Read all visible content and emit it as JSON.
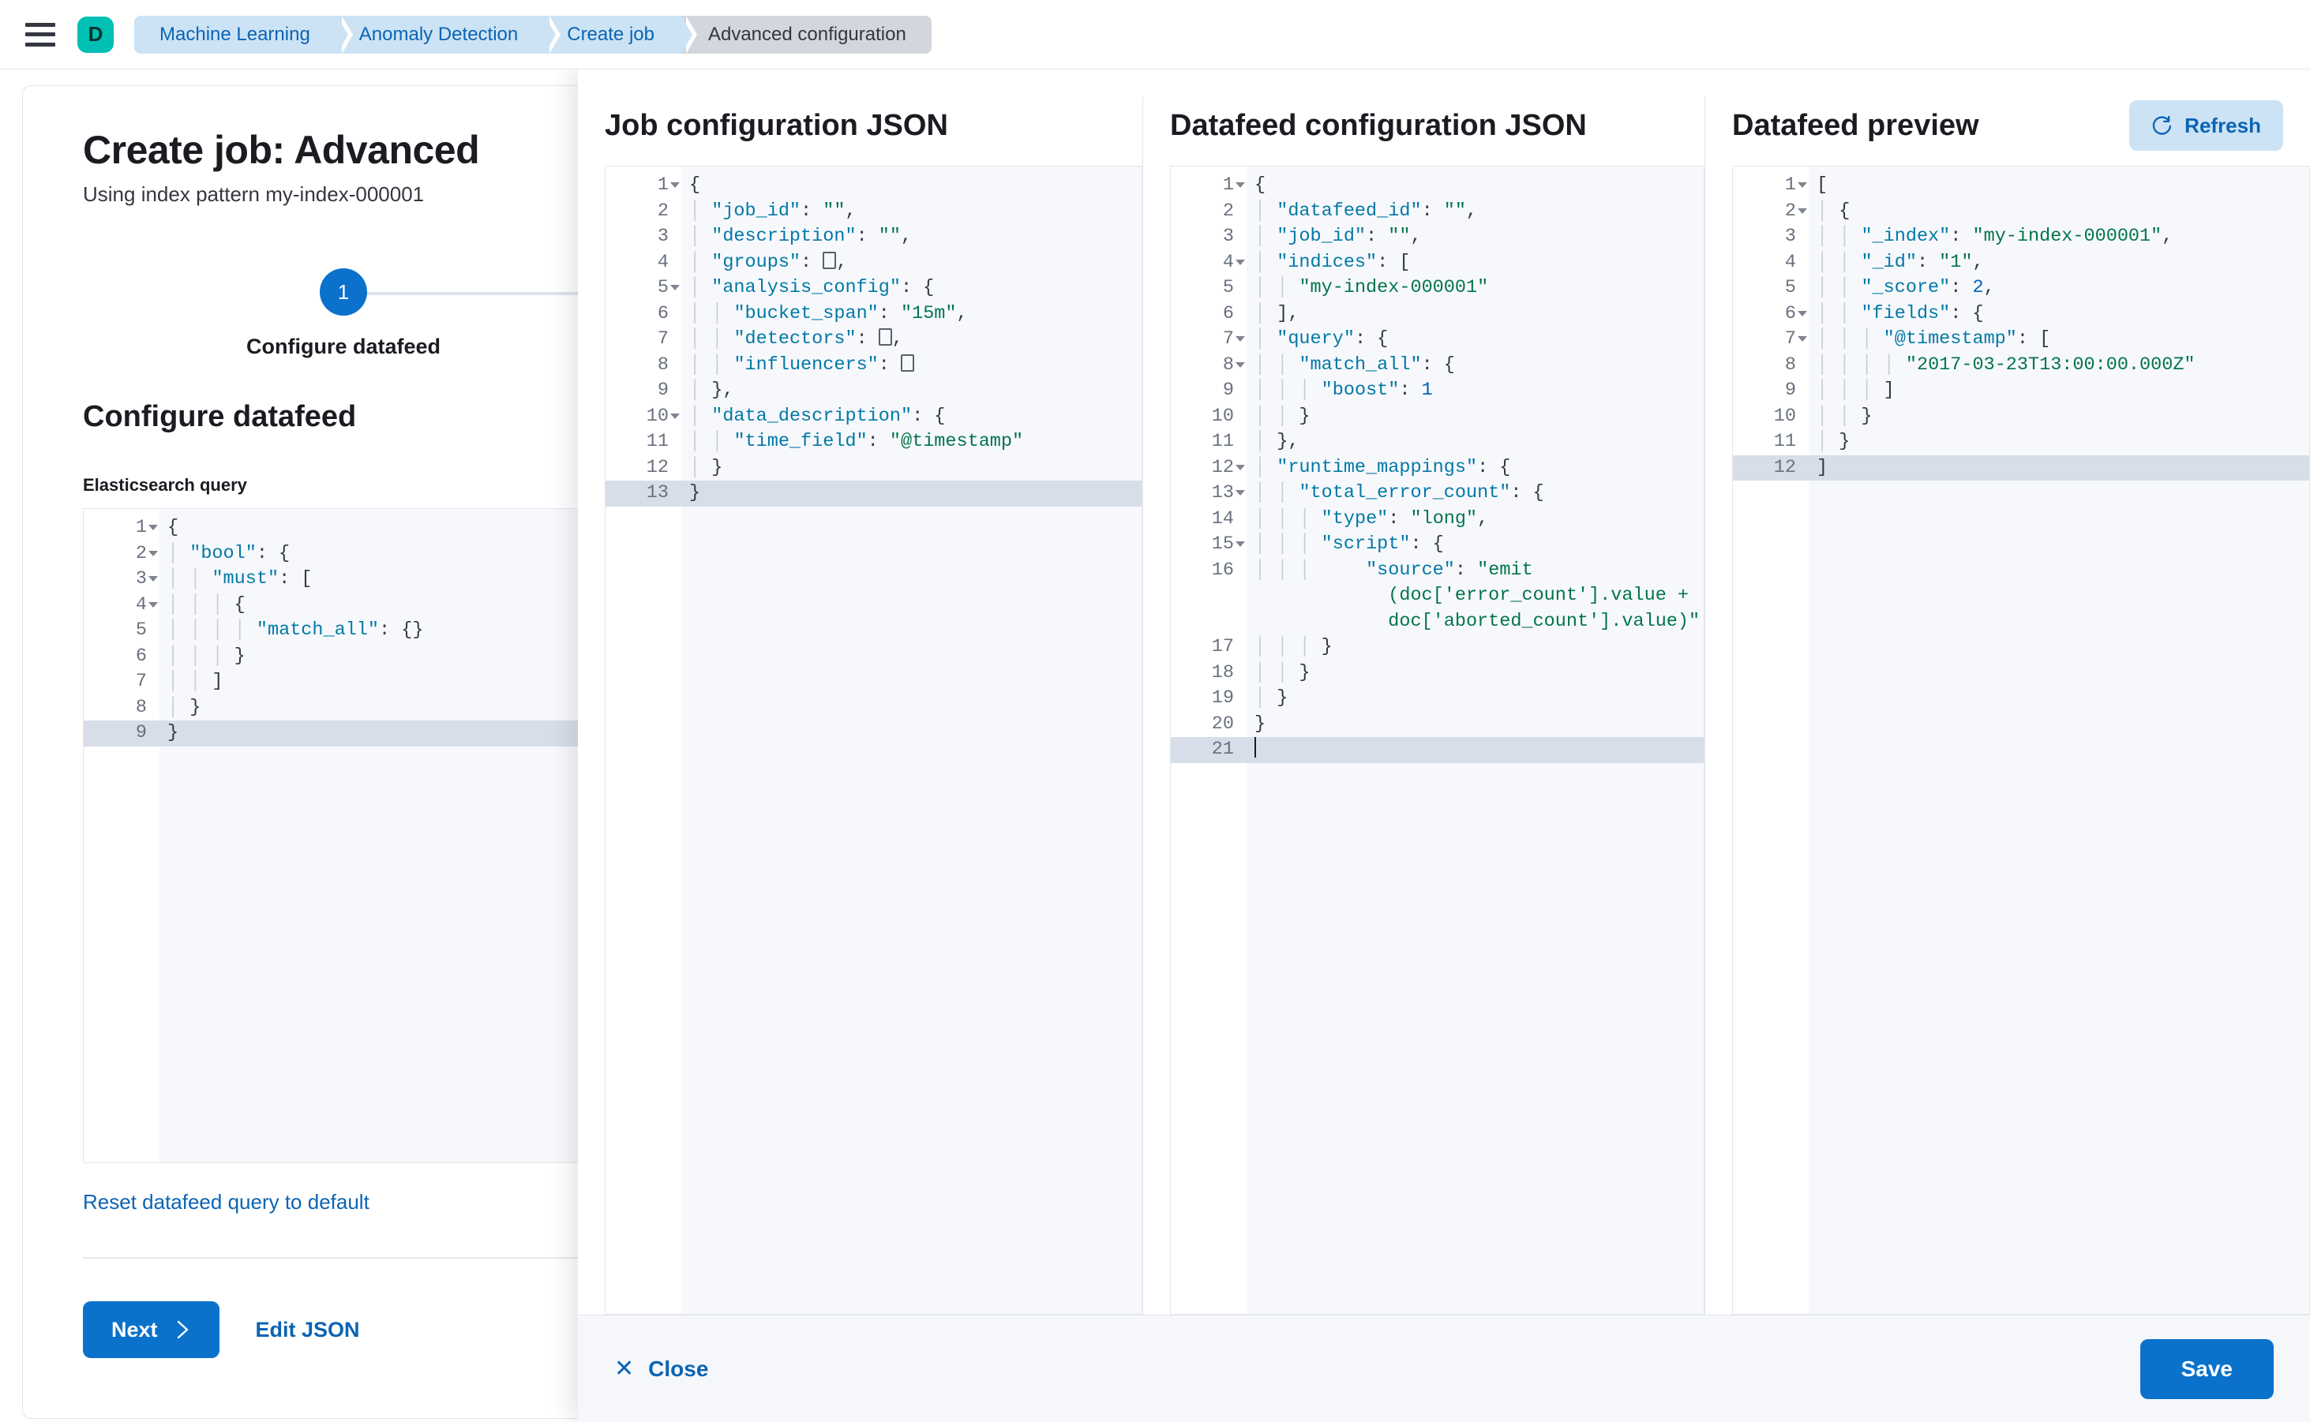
{
  "chrome": {
    "menu_icon": "hamburger-icon",
    "avatar_letter": "D",
    "breadcrumbs": [
      {
        "label": "Machine Learning",
        "current": false
      },
      {
        "label": "Anomaly Detection",
        "current": false
      },
      {
        "label": "Create job",
        "current": false
      },
      {
        "label": "Advanced configuration",
        "current": true
      }
    ]
  },
  "wizard": {
    "title": "Create job: Advanced",
    "subtitle": "Using index pattern my-index-000001",
    "step_number": "1",
    "step_label": "Configure datafeed",
    "section_heading": "Configure datafeed",
    "query_field_label": "Elasticsearch query",
    "reset_link": "Reset datafeed query to default",
    "next_label": "Next",
    "next_icon": "chevron-right-icon",
    "edit_json_label": "Edit JSON",
    "query_editor": {
      "lines": [
        {
          "n": "1",
          "fold": true,
          "text": "{"
        },
        {
          "n": "2",
          "fold": true,
          "text": "  \"bool\": {"
        },
        {
          "n": "3",
          "fold": true,
          "text": "    \"must\": ["
        },
        {
          "n": "4",
          "fold": true,
          "text": "      {"
        },
        {
          "n": "5",
          "fold": false,
          "text": "        \"match_all\": {}"
        },
        {
          "n": "6",
          "fold": false,
          "text": "      }"
        },
        {
          "n": "7",
          "fold": false,
          "text": "    ]"
        },
        {
          "n": "8",
          "fold": false,
          "text": "  }"
        },
        {
          "n": "9",
          "fold": false,
          "text": "}",
          "active": true
        }
      ]
    }
  },
  "flyout": {
    "columns": [
      {
        "title": "Job configuration JSON"
      },
      {
        "title": "Datafeed configuration JSON"
      },
      {
        "title": "Datafeed preview"
      }
    ],
    "refresh_label": "Refresh",
    "refresh_icon": "refresh-icon",
    "close_label": "Close",
    "close_icon": "close-icon",
    "save_label": "Save",
    "job_config": {
      "lines": [
        {
          "n": "1",
          "fold": true,
          "text": "{"
        },
        {
          "n": "2",
          "fold": false,
          "text": "  \"job_id\": \"\","
        },
        {
          "n": "3",
          "fold": false,
          "text": "  \"description\": \"\","
        },
        {
          "n": "4",
          "fold": false,
          "text": "  \"groups\": [],"
        },
        {
          "n": "5",
          "fold": true,
          "text": "  \"analysis_config\": {"
        },
        {
          "n": "6",
          "fold": false,
          "text": "    \"bucket_span\": \"15m\","
        },
        {
          "n": "7",
          "fold": false,
          "text": "    \"detectors\": [],"
        },
        {
          "n": "8",
          "fold": false,
          "text": "    \"influencers\": []"
        },
        {
          "n": "9",
          "fold": false,
          "text": "  },"
        },
        {
          "n": "10",
          "fold": true,
          "text": "  \"data_description\": {"
        },
        {
          "n": "11",
          "fold": false,
          "text": "    \"time_field\": \"@timestamp\""
        },
        {
          "n": "12",
          "fold": false,
          "text": "  }"
        },
        {
          "n": "13",
          "fold": false,
          "text": "}",
          "active": true
        }
      ]
    },
    "datafeed_config": {
      "lines": [
        {
          "n": "1",
          "fold": true,
          "text": "{"
        },
        {
          "n": "2",
          "fold": false,
          "text": "  \"datafeed_id\": \"\","
        },
        {
          "n": "3",
          "fold": false,
          "text": "  \"job_id\": \"\","
        },
        {
          "n": "4",
          "fold": true,
          "text": "  \"indices\": ["
        },
        {
          "n": "5",
          "fold": false,
          "text": "    \"my-index-000001\""
        },
        {
          "n": "6",
          "fold": false,
          "text": "  ],"
        },
        {
          "n": "7",
          "fold": true,
          "text": "  \"query\": {"
        },
        {
          "n": "8",
          "fold": true,
          "text": "    \"match_all\": {"
        },
        {
          "n": "9",
          "fold": false,
          "text": "      \"boost\": 1"
        },
        {
          "n": "10",
          "fold": false,
          "text": "    }"
        },
        {
          "n": "11",
          "fold": false,
          "text": "  },"
        },
        {
          "n": "12",
          "fold": true,
          "text": "  \"runtime_mappings\": {"
        },
        {
          "n": "13",
          "fold": true,
          "text": "    \"total_error_count\": {"
        },
        {
          "n": "14",
          "fold": false,
          "text": "      \"type\": \"long\","
        },
        {
          "n": "15",
          "fold": true,
          "text": "      \"script\": {"
        },
        {
          "n": "16",
          "fold": false,
          "text": "        \"source\": \"emit(doc['error_count'].value + doc['aborted_count'].value)\""
        },
        {
          "n": "17",
          "fold": false,
          "text": "      }"
        },
        {
          "n": "18",
          "fold": false,
          "text": "    }"
        },
        {
          "n": "19",
          "fold": false,
          "text": "  }"
        },
        {
          "n": "20",
          "fold": false,
          "text": "}"
        },
        {
          "n": "21",
          "fold": false,
          "text": "",
          "active": true,
          "caret": true
        }
      ]
    },
    "datafeed_preview": {
      "lines": [
        {
          "n": "1",
          "fold": true,
          "text": "["
        },
        {
          "n": "2",
          "fold": true,
          "text": "  {"
        },
        {
          "n": "3",
          "fold": false,
          "text": "    \"_index\": \"my-index-000001\","
        },
        {
          "n": "4",
          "fold": false,
          "text": "    \"_id\": \"1\","
        },
        {
          "n": "5",
          "fold": false,
          "text": "    \"_score\": 2,"
        },
        {
          "n": "6",
          "fold": true,
          "text": "    \"fields\": {"
        },
        {
          "n": "7",
          "fold": true,
          "text": "      \"@timestamp\": ["
        },
        {
          "n": "8",
          "fold": false,
          "text": "        \"2017-03-23T13:00:00.000Z\""
        },
        {
          "n": "9",
          "fold": false,
          "text": "      ]"
        },
        {
          "n": "10",
          "fold": false,
          "text": "    }"
        },
        {
          "n": "11",
          "fold": false,
          "text": "  }"
        },
        {
          "n": "12",
          "fold": false,
          "text": "]",
          "active": true
        }
      ]
    }
  },
  "colors": {
    "primary": "#0B72CB",
    "link": "#0B64B4",
    "accent_teal": "#00BFB3",
    "breadcrumb_bg": "#CCE3F5",
    "breadcrumb_current_bg": "#D3D6DD",
    "editor_bg": "#F7F8FC",
    "active_line": "#D8DEE9",
    "string": "#00754B",
    "key": "#0079A5"
  }
}
